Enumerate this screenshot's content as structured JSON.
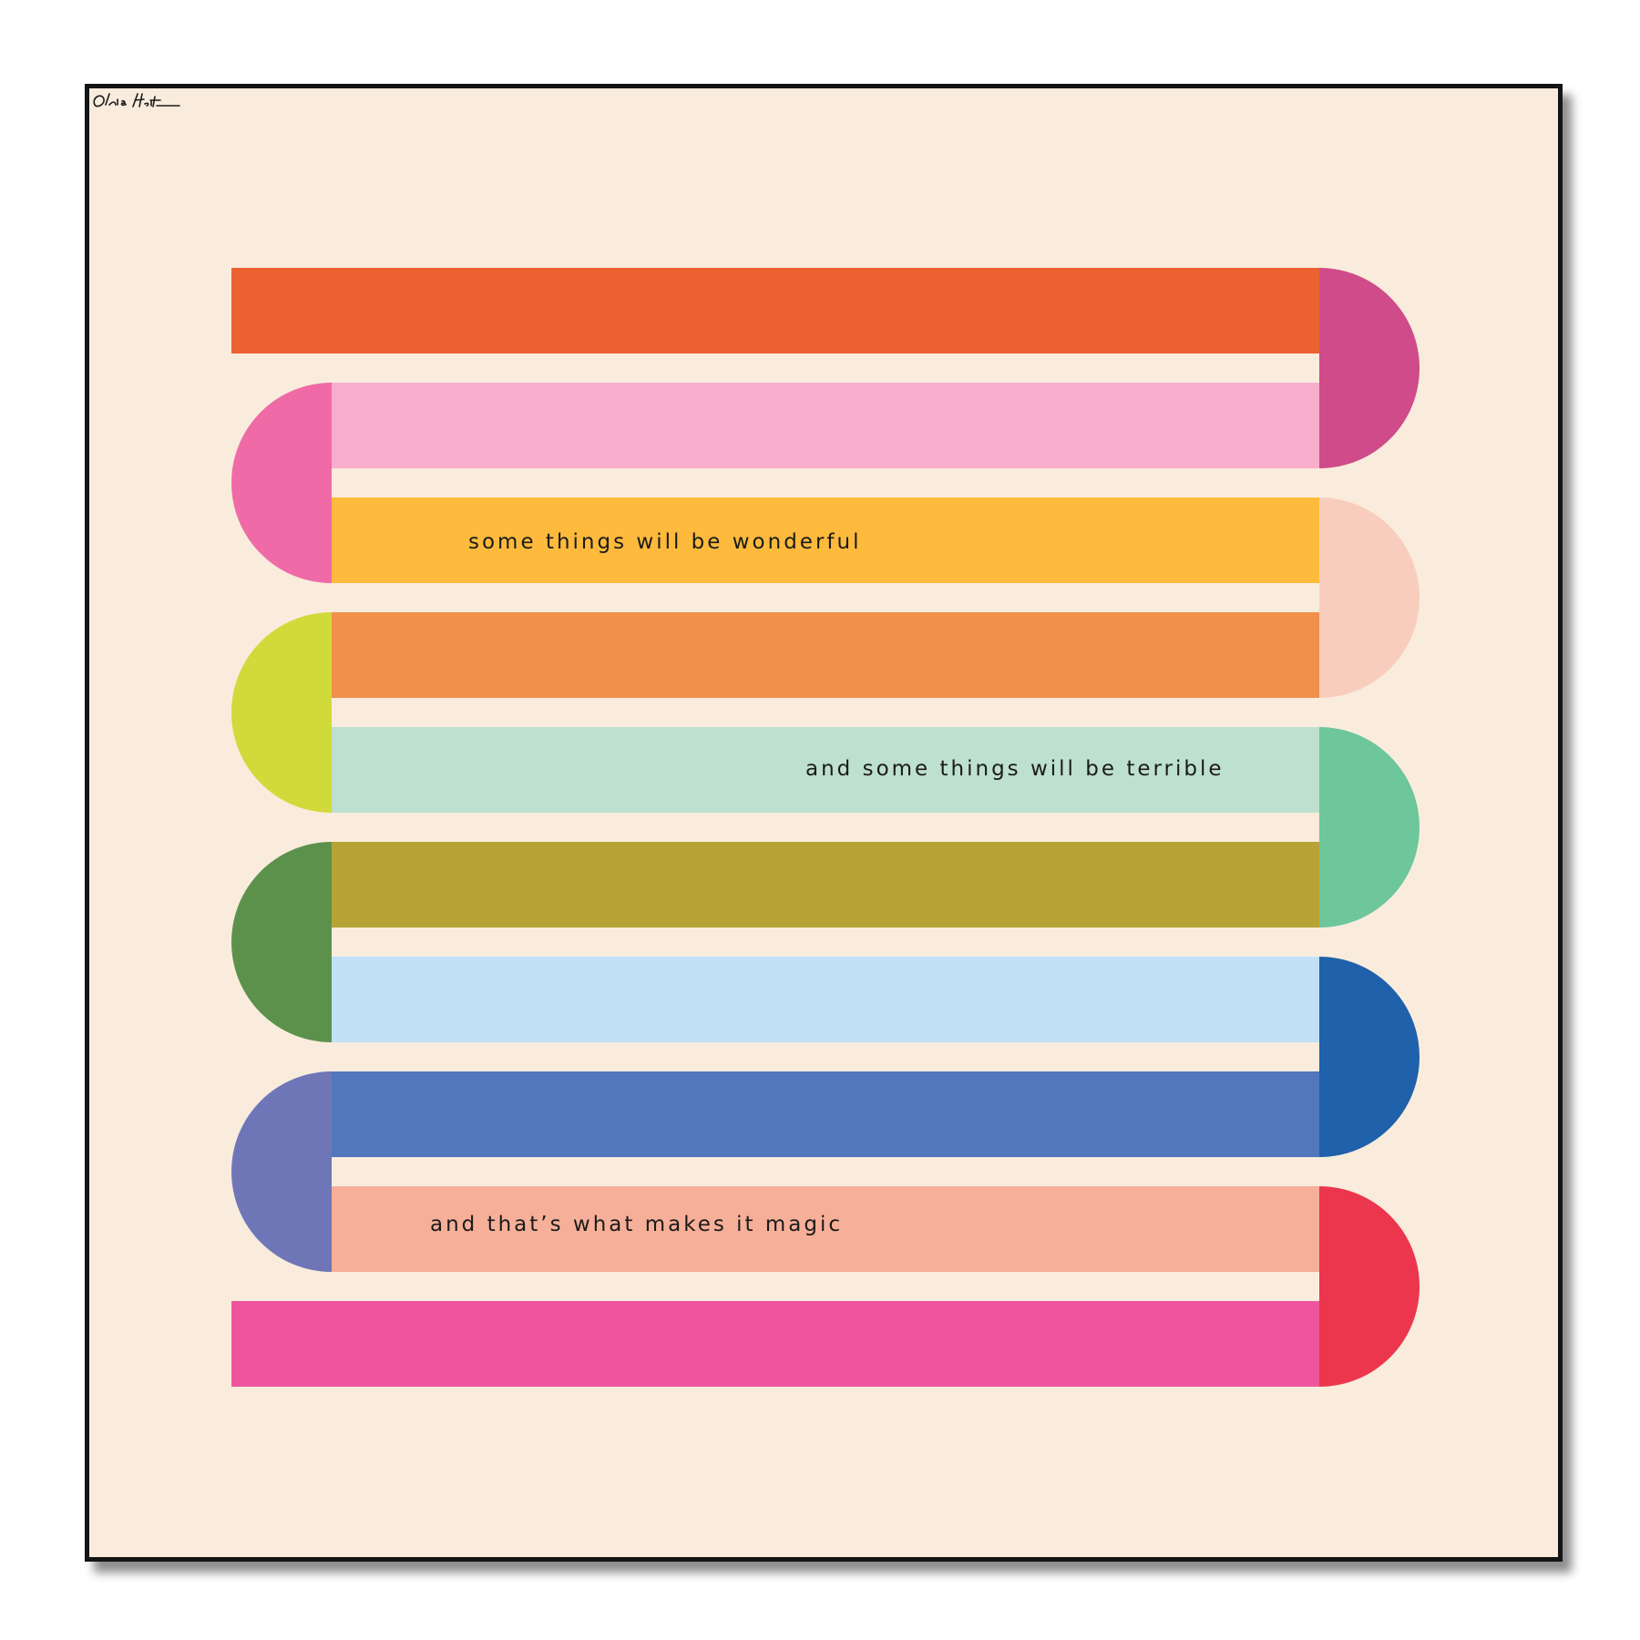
{
  "artwork": {
    "background": "#f9ecdd",
    "frame_color": "#141414",
    "bars": [
      {
        "fill": "#ec6131",
        "cap_side": "right",
        "cap_fill": "#cf4b89"
      },
      {
        "fill": "#f8adcc",
        "cap_side": "left",
        "cap_fill": "#ef6aa6"
      },
      {
        "fill": "#fdba3c",
        "cap_side": "right",
        "cap_fill": "#f9cdbd"
      },
      {
        "fill": "#f18f4b",
        "cap_side": "left",
        "cap_fill": "#d0da3a"
      },
      {
        "fill": "#bde0cf",
        "cap_side": "right",
        "cap_fill": "#6ec69b"
      },
      {
        "fill": "#b7a335",
        "cap_side": "left",
        "cap_fill": "#5c914c"
      },
      {
        "fill": "#c1e1f6",
        "cap_side": "right",
        "cap_fill": "#1f61aa"
      },
      {
        "fill": "#5177bc",
        "cap_side": "left",
        "cap_fill": "#6f76b8"
      },
      {
        "fill": "#f6af98",
        "cap_side": "right",
        "cap_fill": "#ec364d"
      },
      {
        "fill": "#ee559d",
        "cap_side": "none",
        "cap_fill": ""
      }
    ],
    "captions": [
      "some things will be wonderful",
      "and some things will be terrible",
      "and that’s what makes it magic"
    ],
    "signature": "Olivia Heit"
  }
}
